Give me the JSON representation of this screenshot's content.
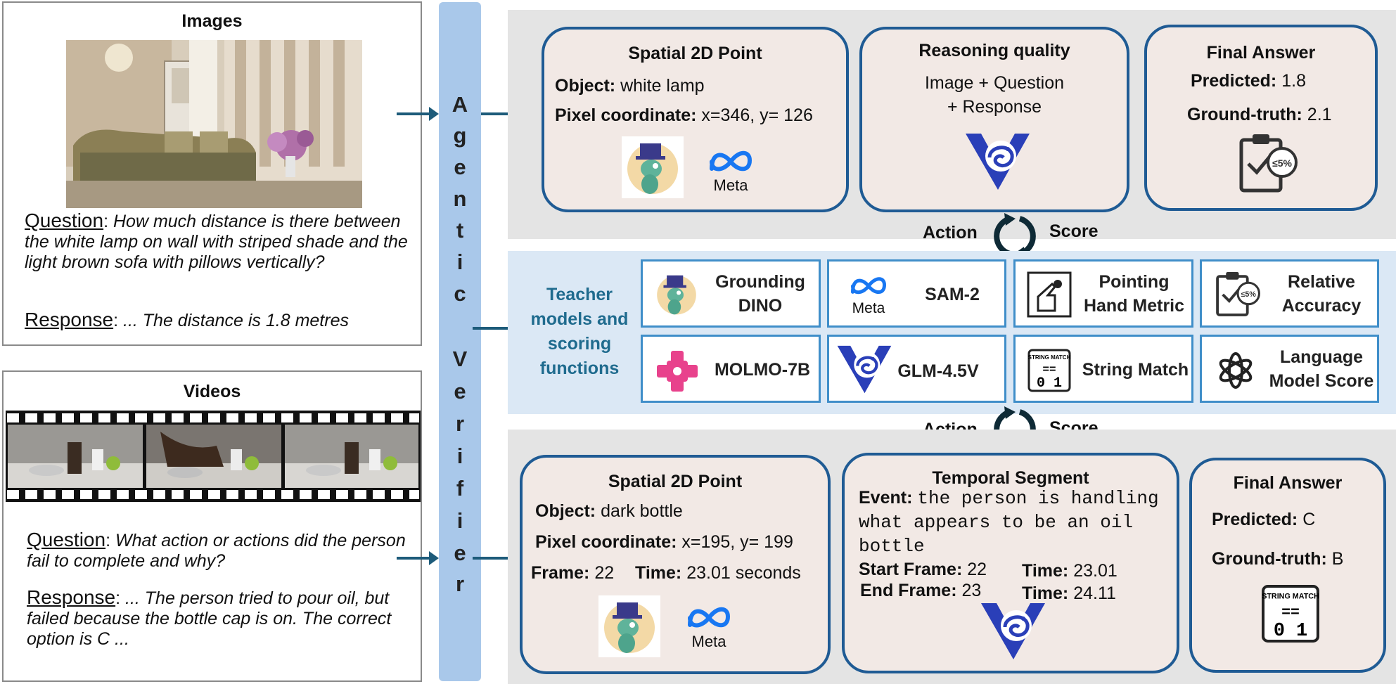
{
  "images_panel": {
    "title": "Images",
    "question_label": "Question",
    "question_text": "How much distance is there between the white lamp on wall with striped shade and the light brown sofa with pillows vertically?",
    "response_label": "Response",
    "response_text": "... The distance is  1.8 metres"
  },
  "videos_panel": {
    "title": "Videos",
    "question_label": "Question",
    "question_text": "What action or actions did the person fail to complete and why?",
    "response_label": "Response",
    "response_text": "... The person tried to pour oil, but failed because the bottle cap is on. The correct option is C ..."
  },
  "verifier": {
    "letters": [
      "A",
      "g",
      "e",
      "n",
      "t",
      "i",
      "c",
      "",
      "V",
      "e",
      "r",
      "i",
      "f",
      "i",
      "e",
      "r"
    ]
  },
  "top_row": {
    "spatial": {
      "title": "Spatial 2D Point",
      "object_label": "Object:",
      "object_value": "white lamp",
      "pixel_label": "Pixel coordinate:",
      "pixel_value": "x=346, y= 126"
    },
    "reasoning": {
      "title": "Reasoning quality",
      "line1": "Image + Question",
      "line2": "+ Response"
    },
    "final": {
      "title": "Final Answer",
      "pred_label": "Predicted:",
      "pred_value": "1.8",
      "gt_label": "Ground-truth:",
      "gt_value": "2.1"
    }
  },
  "loop_top": {
    "action": "Action",
    "score": "Score"
  },
  "loop_bottom": {
    "action": "Action",
    "score": "Score"
  },
  "teacher_label": [
    "Teacher",
    "models and",
    "scoring",
    "functions"
  ],
  "tools": {
    "grounding": [
      "Grounding",
      "DINO"
    ],
    "sam": "SAM-2",
    "pointing": [
      "Pointing",
      "Hand Metric"
    ],
    "relative": [
      "Relative",
      "Accuracy"
    ],
    "molmo": "MOLMO-7B",
    "glm": "GLM-4.5V",
    "string": "String Match",
    "lm": [
      "Language",
      "Model Score"
    ]
  },
  "meta_label": "Meta",
  "bottom_row": {
    "spatial": {
      "title": "Spatial 2D Point",
      "object_label": "Object:",
      "object_value": "dark bottle",
      "pixel_label": "Pixel coordinate:",
      "pixel_value": "x=195, y= 199",
      "frame_label": "Frame:",
      "frame_value": "22",
      "time_label": "Time:",
      "time_value": "23.01 seconds"
    },
    "temporal": {
      "title": "Temporal Segment",
      "event_label": "Event:",
      "event_line1": "the person is handling",
      "event_line2": "what appears to be an oil",
      "event_line3": "bottle",
      "start_label": "Start Frame:",
      "start_value": "22",
      "start_time_label": "Time:",
      "start_time_value": "23.01",
      "end_label": "End Frame:",
      "end_value": "23",
      "end_time_label": "Time:",
      "end_time_value": "24.11"
    },
    "final": {
      "title": "Final Answer",
      "pred_label": "Predicted:",
      "pred_value": "C",
      "gt_label": "Ground-truth:",
      "gt_value": "B"
    }
  },
  "string_match_icon": {
    "header": "STRING MATCH",
    "eq": "==",
    "digits": "0 1"
  },
  "colors": {
    "card_border": "#1f5b94",
    "card_fill": "#f2e9e5",
    "tool_border": "#3f8ec9",
    "verifier": "#a9c8ea",
    "region_gray": "#e4e4e4",
    "region_blue": "#dbe8f5",
    "teacher_text": "#1f6b8e"
  }
}
